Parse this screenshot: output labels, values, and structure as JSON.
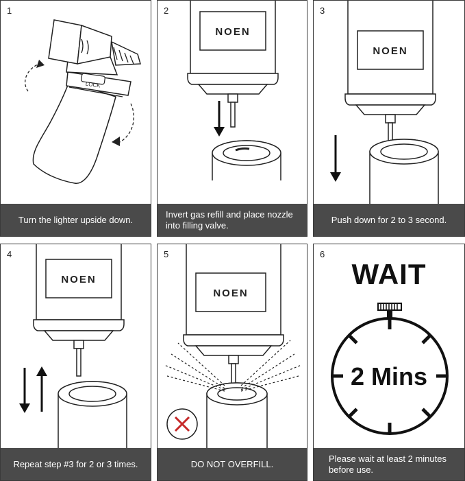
{
  "steps": [
    {
      "number": "1",
      "caption": "Turn the lighter upside down."
    },
    {
      "number": "2",
      "caption": "Invert gas refill and place nozzle into filling valve."
    },
    {
      "number": "3",
      "caption": "Push down for 2 to 3 second."
    },
    {
      "number": "4",
      "caption": "Repeat step #3 for 2 or 3 times."
    },
    {
      "number": "5",
      "caption": "DO NOT OVERFILL."
    },
    {
      "number": "6",
      "caption": "Please wait at least 2 minutes before use."
    }
  ],
  "brand": "NOEN",
  "lighter_label": "LOCK",
  "wait_title": "WAIT",
  "timer_text": "2 Mins",
  "colors": {
    "caption_bg": "#4a4a4a",
    "caption_text": "#ffffff",
    "warning": "#c62828",
    "outline": "#222222"
  },
  "icons": [
    "rotate-arrow-icon",
    "down-arrow-icon",
    "up-arrow-icon",
    "spray-lines-icon",
    "x-mark-icon",
    "stopwatch-icon"
  ]
}
